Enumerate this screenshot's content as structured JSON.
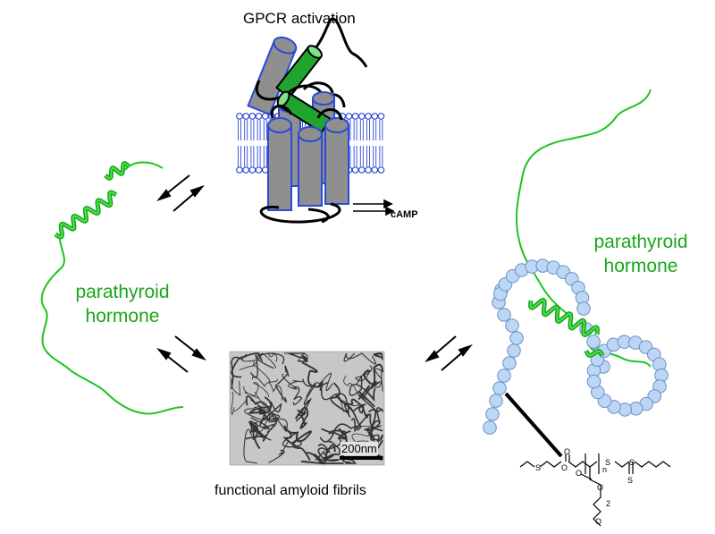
{
  "titles": {
    "gpcr": "GPCR activation",
    "fibrils": "functional amyloid fibrils"
  },
  "labels": {
    "camp": "cAMP",
    "scale_bar": "200nm",
    "left_hormone": [
      "parathyroid",
      "hormone"
    ],
    "right_hormone": [
      "parathyroid",
      "hormone"
    ],
    "polymer_n": "n",
    "polymer_2": "2",
    "atom_s": "S",
    "atom_o": "O"
  },
  "colors": {
    "peptide_green": "#1fc41f",
    "label_green": "#1aa51a",
    "membrane_blue": "#2a4bd6",
    "helix_gray": "#8f8f8f",
    "bead_blue": "#bcd6f5",
    "bead_outline": "#6d90c4"
  }
}
